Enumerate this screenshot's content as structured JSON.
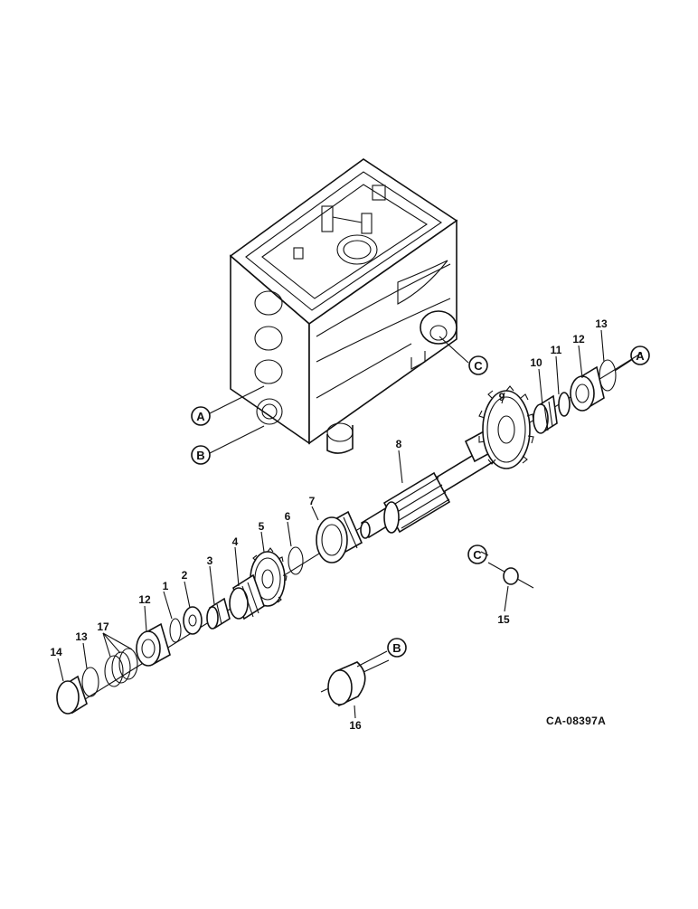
{
  "drawing_ref": "CA-08397A",
  "callouts": [
    {
      "id": "c1",
      "text": "1"
    },
    {
      "id": "c2",
      "text": "2"
    },
    {
      "id": "c3",
      "text": "3"
    },
    {
      "id": "c4",
      "text": "4"
    },
    {
      "id": "c5",
      "text": "5"
    },
    {
      "id": "c6",
      "text": "6"
    },
    {
      "id": "c7",
      "text": "7"
    },
    {
      "id": "c8",
      "text": "8"
    },
    {
      "id": "c9",
      "text": "9"
    },
    {
      "id": "c10",
      "text": "10"
    },
    {
      "id": "c11",
      "text": "11"
    },
    {
      "id": "c12a",
      "text": "12"
    },
    {
      "id": "c12b",
      "text": "12"
    },
    {
      "id": "c13a",
      "text": "13"
    },
    {
      "id": "c13b",
      "text": "13"
    },
    {
      "id": "c14",
      "text": "14"
    },
    {
      "id": "c15",
      "text": "15"
    },
    {
      "id": "c16",
      "text": "16"
    },
    {
      "id": "c17",
      "text": "17"
    }
  ],
  "ref_circles": [
    {
      "id": "A1",
      "text": "A"
    },
    {
      "id": "B1",
      "text": "B"
    },
    {
      "id": "C1",
      "text": "C"
    },
    {
      "id": "A2",
      "text": "A"
    },
    {
      "id": "C2",
      "text": "C"
    },
    {
      "id": "B2",
      "text": "B"
    }
  ]
}
